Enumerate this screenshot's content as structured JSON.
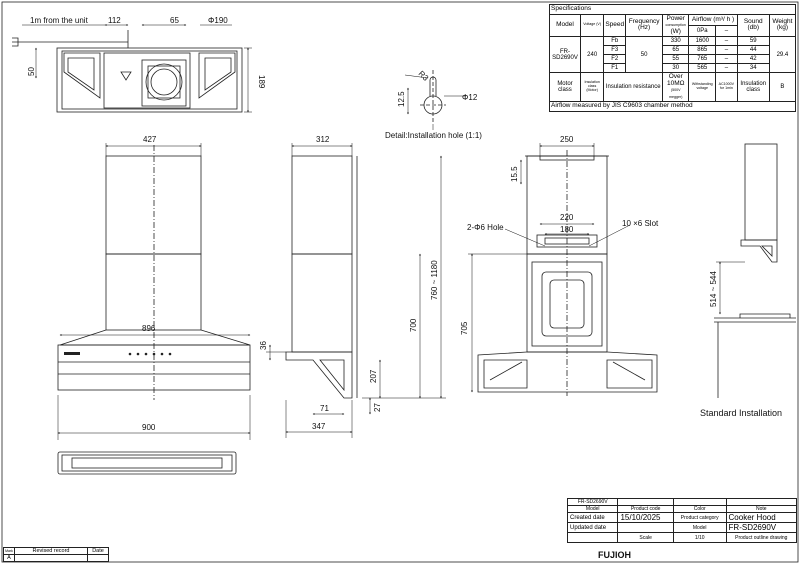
{
  "dims": {
    "cable": "1m from the unit",
    "d112": "112",
    "d65": "65",
    "phi190": "Φ190",
    "d50": "50",
    "d189": "189",
    "r3": "R3",
    "d125": "12.5",
    "phi12": "Φ12",
    "detail": "Detail:Installation hole (1:1)",
    "d427": "427",
    "d896": "896",
    "d900": "900",
    "d312": "312",
    "d36": "36",
    "d700": "700",
    "d760": "760 ~ 1180",
    "d207": "207",
    "d71": "71",
    "d27": "27",
    "d347": "347",
    "d250": "250",
    "d155": "15.5",
    "d220": "220",
    "d180": "180",
    "hole": "2-Φ6 Hole",
    "slot": "10 ×6 Slot",
    "d705": "705",
    "d514": "514 ~ 544",
    "std": "Standard Installation"
  },
  "spec": {
    "title": "Specifications",
    "h_model": "Model",
    "h_voltage": "Voltage (V)",
    "h_speed": "Speed",
    "h_freq": "Frequency (Hz)",
    "h_power": "Power",
    "h_power_sub": "consumption",
    "h_power_unit": "(W)",
    "h_airflow": "Airflow (m³/ h )",
    "h_pa": "0Pa",
    "h_sound": "Sound (db)",
    "h_weight": "Weight (kg)",
    "model": "FR-SD2690V",
    "voltage": "240",
    "freq": "50",
    "weight": "29.4",
    "rows": [
      {
        "speed": "Fb",
        "power": "330",
        "air": "1600",
        "dash": "–",
        "sound": "59"
      },
      {
        "speed": "F3",
        "power": "65",
        "air": "865",
        "dash": "–",
        "sound": "44"
      },
      {
        "speed": "F2",
        "power": "55",
        "air": "765",
        "dash": "–",
        "sound": "42"
      },
      {
        "speed": "F1",
        "power": "30",
        "air": "565",
        "dash": "–",
        "sound": "34"
      }
    ],
    "motor": "Motor class",
    "motor_val": "Insulation class (Motor)",
    "insul_res": "Insulation resistance",
    "insul_val": "Over 10MΩ",
    "insul_sub": "(500V megger)",
    "withstand": "Withstanding voltage",
    "withstand_val": "AC1000V for 1min",
    "insul_class": "Insulation class",
    "insul_class_val": "B",
    "note": "Airflow measured by JIS C9603 chamber method"
  },
  "titleblock": {
    "model_val": "FR-SD2690V",
    "h_model": "Model",
    "h_code": "Product code",
    "h_color": "Color",
    "h_note": "Note",
    "created": "Created date",
    "created_val": "15/10/2025",
    "category": "Product category",
    "category_val": "Cooker Hood",
    "updated": "Updated date",
    "model": "Model",
    "model_name": "FR-SD2690V",
    "brand": "FUJIOH",
    "scale": "Scale",
    "scale_val": "1/10",
    "drawing": "Product outline drawing"
  },
  "revision": {
    "mark": "Mark",
    "record": "Revised record",
    "date": "Date",
    "row_mark": "A"
  }
}
